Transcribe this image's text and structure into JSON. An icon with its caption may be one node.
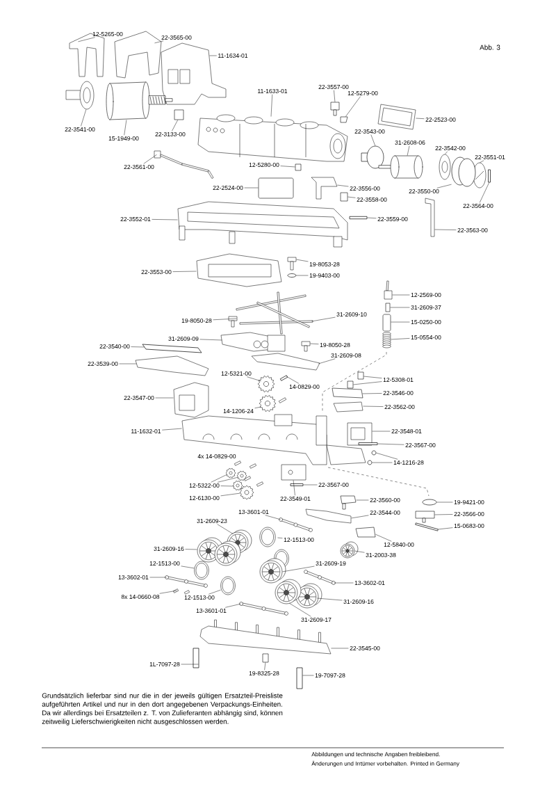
{
  "diagram": {
    "nodes": [
      {
        "text": [
          "12-5265-00"
        ]
      },
      {
        "text": [
          "22-3565-00"
        ]
      },
      {
        "text": [
          "11-1634-01"
        ]
      },
      {
        "text": [
          "22-3557-00"
        ]
      },
      {
        "text": [
          "11-1633-01"
        ]
      },
      {
        "text": [
          "12-5279-00"
        ]
      },
      {
        "text": [
          "22-2523-00"
        ]
      },
      {
        "text": [
          "22-3541-00"
        ]
      },
      {
        "text": [
          "15-1949-00"
        ]
      },
      {
        "text": [
          "22-3133-00"
        ]
      },
      {
        "text": [
          "22-3543-00"
        ]
      },
      {
        "text": [
          "31-2608-06"
        ]
      },
      {
        "text": [
          "22-3542-00"
        ]
      },
      {
        "text": [
          "22-3551-01"
        ]
      },
      {
        "text": [
          "12-5280-00"
        ]
      },
      {
        "text": [
          "22-3561-00"
        ]
      },
      {
        "text": [
          "22-2524-00"
        ]
      },
      {
        "text": [
          "22-3556-00"
        ]
      },
      {
        "text": [
          "22-3550-00"
        ]
      },
      {
        "text": [
          "22-3564-00"
        ]
      },
      {
        "text": [
          "22-3558-00"
        ]
      },
      {
        "text": [
          "22-3559-00"
        ]
      },
      {
        "text": [
          "22-3552-01"
        ]
      },
      {
        "text": [
          "22-3563-00"
        ]
      },
      {
        "text": [
          "19-8053-28"
        ]
      },
      {
        "text": [
          "22-3553-00"
        ]
      },
      {
        "text": [
          "19-9403-00"
        ]
      },
      {
        "text": [
          "12-2569-00"
        ]
      },
      {
        "text": [
          "31-2609-37"
        ]
      },
      {
        "text": [
          "31-2609-10"
        ]
      },
      {
        "text": [
          "19-8050-28"
        ]
      },
      {
        "text": [
          "15-0250-00"
        ]
      },
      {
        "text": [
          "31-2609-09"
        ]
      },
      {
        "text": [
          "15-0554-00"
        ]
      },
      {
        "text": [
          "19-8050-28"
        ]
      },
      {
        "text": [
          "22-3540-00"
        ]
      },
      {
        "text": [
          "31-2609-08"
        ]
      },
      {
        "text": [
          "22-3539-00"
        ]
      },
      {
        "text": [
          "12-5321-00"
        ]
      },
      {
        "text": [
          "12-5308-01"
        ]
      },
      {
        "text": [
          "14-0829-00"
        ]
      },
      {
        "text": [
          "22-3546-00"
        ]
      },
      {
        "text": [
          "22-3547-00"
        ]
      },
      {
        "text": [
          "14-1206-24"
        ]
      },
      {
        "text": [
          "22-3562-00"
        ]
      },
      {
        "text": [
          "11-1632-01"
        ]
      },
      {
        "text": [
          "22-3548-01"
        ]
      },
      {
        "text": [
          "22-3567-00"
        ]
      },
      {
        "text": [
          "14-1216-28"
        ]
      },
      {
        "text": [
          "12-5322-00"
        ]
      },
      {
        "text": [
          "22-3567-00"
        ]
      },
      {
        "text": [
          "12-6130-00"
        ]
      },
      {
        "text": [
          "22-3549-01"
        ]
      },
      {
        "text": [
          "22-3560-00"
        ]
      },
      {
        "text": [
          "19-9421-00"
        ]
      },
      {
        "text": [
          "13-3601-01"
        ]
      },
      {
        "text": [
          "22-3544-00"
        ]
      },
      {
        "text": [
          "22-3566-00"
        ]
      },
      {
        "text": [
          "31-2609-23"
        ]
      },
      {
        "text": [
          "15-0683-00"
        ]
      },
      {
        "text": [
          "12-1513-00"
        ]
      },
      {
        "text": [
          "12-5840-00"
        ]
      },
      {
        "text": [
          "31-2609-16"
        ]
      },
      {
        "text": [
          "31-2003-38"
        ]
      },
      {
        "text": [
          "12-1513-00"
        ]
      },
      {
        "text": [
          "31-2609-19"
        ]
      },
      {
        "text": [
          "13-3602-01"
        ]
      },
      {
        "text": [
          "13-3602-01"
        ]
      },
      {
        "text": [
          "8x 14-0660-08"
        ]
      },
      {
        "text": [
          "12-1513-00"
        ]
      },
      {
        "text": [
          "31-2609-16"
        ]
      },
      {
        "text": [
          "13-3601-01"
        ]
      },
      {
        "text": [
          "31-2609-17"
        ]
      },
      {
        "text": [
          "22-3545-00"
        ]
      },
      {
        "text": [
          "1L-7097-28"
        ]
      },
      {
        "text": [
          "19-8325-28"
        ]
      },
      {
        "text": [
          "19-7097-28"
        ]
      },
      {
        "text": [],
        "shape": "picture"
      },
      {
        "text": [],
        "shape": "picture"
      },
      {
        "text": [],
        "shape": "picture"
      },
      {
        "text": [],
        "shape": "box"
      },
      {
        "text": [],
        "shape": "picture"
      },
      {
        "text": [],
        "shape": "box"
      },
      {
        "text": [],
        "shape": "picture"
      },
      {
        "text": [],
        "shape": "picture"
      },
      {
        "text": [],
        "shape": "cylinder"
      },
      {
        "text": [],
        "shape": "box"
      },
      {
        "text": [],
        "shape": "circle"
      },
      {
        "text": [],
        "shape": "cylinder"
      },
      {
        "text": [],
        "shape": "picture"
      },
      {
        "text": [],
        "shape": "picture"
      },
      {
        "text": [],
        "shape": "box"
      },
      {
        "text": [],
        "shape": "picture"
      },
      {
        "text": [],
        "shape": "box"
      },
      {
        "text": [],
        "shape": "picture"
      },
      {
        "text": [],
        "shape": "circle"
      },
      {
        "text": [],
        "shape": "bar"
      },
      {
        "text": [],
        "shape": "box"
      },
      {
        "text": [],
        "shape": "bar"
      },
      {
        "text": [],
        "shape": "picture"
      },
      {
        "text": [],
        "shape": "picture"
      },
      {
        "text": [],
        "shape": "picture"
      },
      {
        "text": [],
        "shape": "picture"
      },
      {
        "text": [],
        "shape": "circle"
      },
      {
        "text": [],
        "shape": "picture"
      },
      {
        "text": [],
        "shape": "box"
      },
      {
        "text": [],
        "shape": "picture"
      },
      {
        "text": [],
        "shape": "picture"
      },
      {
        "text": [],
        "shape": "box"
      },
      {
        "text": [],
        "shape": "picture"
      },
      {
        "text": [],
        "shape": "picture"
      },
      {
        "text": [],
        "shape": "picture"
      },
      {
        "text": [],
        "shape": "bar"
      },
      {
        "text": [],
        "shape": "picture"
      },
      {
        "text": [],
        "shape": "picture"
      },
      {
        "text": [],
        "shape": "picture"
      },
      {
        "text": [],
        "shape": "box"
      },
      {
        "text": [],
        "shape": "box"
      },
      {
        "text": [],
        "shape": "bar"
      },
      {
        "text": [],
        "shape": "box"
      },
      {
        "text": [],
        "shape": "picture"
      },
      {
        "text": [],
        "shape": "picture"
      },
      {
        "text": [],
        "shape": "picture"
      },
      {
        "text": [],
        "shape": "picture"
      },
      {
        "text": [],
        "shape": "picture"
      },
      {
        "text": [],
        "shape": "bar"
      },
      {
        "text": [],
        "shape": "circle"
      },
      {
        "text": [],
        "shape": "circle"
      },
      {
        "text": [],
        "shape": "picture"
      },
      {
        "text": [],
        "shape": "picture"
      },
      {
        "text": [],
        "shape": "picture"
      },
      {
        "text": [],
        "shape": "bar"
      },
      {
        "text": [],
        "shape": "picture"
      },
      {
        "text": [],
        "shape": "picture"
      },
      {
        "text": [],
        "shape": "box"
      },
      {
        "text": [],
        "shape": "circle"
      },
      {
        "text": [],
        "shape": "picture"
      },
      {
        "text": [],
        "shape": "picture"
      },
      {
        "text": [],
        "shape": "box"
      },
      {
        "text": [],
        "shape": "picture"
      },
      {
        "text": [],
        "shape": "bar"
      },
      {
        "text": [],
        "shape": "picture"
      },
      {
        "text": [],
        "shape": "box"
      },
      {
        "text": [],
        "shape": "picture"
      },
      {
        "text": [],
        "shape": "picture"
      },
      {
        "text": [],
        "shape": "picture"
      },
      {
        "text": [],
        "shape": "picture"
      },
      {
        "text": [],
        "shape": "picture"
      },
      {
        "text": [],
        "shape": "picture"
      },
      {
        "text": [],
        "shape": "picture"
      },
      {
        "text": [],
        "shape": "picture"
      },
      {
        "text": [],
        "shape": "picture"
      },
      {
        "text": [],
        "shape": "picture"
      },
      {
        "text": [],
        "shape": "picture"
      },
      {
        "text": [],
        "shape": "picture"
      },
      {
        "text": [],
        "shape": "bar"
      },
      {
        "text": [],
        "shape": "box"
      },
      {
        "text": [],
        "shape": "bar"
      }
    ],
    "edges": [
      {
        "from": 110,
        "to": 123,
        "arrow": "none",
        "style": "dashed"
      },
      {
        "from": 123,
        "to": 135,
        "arrow": "none",
        "style": "dashed"
      },
      {
        "from": 0,
        "to": 77,
        "arrow": "none"
      },
      {
        "from": 1,
        "to": 78,
        "arrow": "none"
      },
      {
        "from": 2,
        "to": 79,
        "arrow": "none"
      },
      {
        "from": 3,
        "to": 80,
        "arrow": "none"
      },
      {
        "from": 4,
        "to": 81,
        "arrow": "none"
      },
      {
        "from": 5,
        "to": 82,
        "arrow": "none"
      },
      {
        "from": 6,
        "to": 83,
        "arrow": "none"
      },
      {
        "from": 7,
        "to": 84,
        "arrow": "none"
      },
      {
        "from": 8,
        "to": 85,
        "arrow": "none"
      },
      {
        "from": 9,
        "to": 86,
        "arrow": "none"
      },
      {
        "from": 10,
        "to": 87,
        "arrow": "none"
      },
      {
        "from": 11,
        "to": 88,
        "arrow": "none"
      },
      {
        "from": 12,
        "to": 89,
        "arrow": "none"
      },
      {
        "from": 13,
        "to": 90,
        "arrow": "none"
      },
      {
        "from": 14,
        "to": 91,
        "arrow": "none"
      },
      {
        "from": 15,
        "to": 92,
        "arrow": "none"
      },
      {
        "from": 16,
        "to": 93,
        "arrow": "none"
      },
      {
        "from": 17,
        "to": 94,
        "arrow": "none"
      },
      {
        "from": 18,
        "to": 95,
        "arrow": "none"
      },
      {
        "from": 19,
        "to": 96,
        "arrow": "none"
      },
      {
        "from": 20,
        "to": 97,
        "arrow": "none"
      },
      {
        "from": 21,
        "to": 98,
        "arrow": "none"
      },
      {
        "from": 22,
        "to": 99,
        "arrow": "none"
      },
      {
        "from": 23,
        "to": 100,
        "arrow": "none"
      },
      {
        "from": 24,
        "to": 101,
        "arrow": "none"
      },
      {
        "from": 25,
        "to": 102,
        "arrow": "none"
      },
      {
        "from": 26,
        "to": 103,
        "arrow": "none"
      },
      {
        "from": 27,
        "to": 104,
        "arrow": "none"
      },
      {
        "from": 28,
        "to": 105,
        "arrow": "none"
      },
      {
        "from": 29,
        "to": 106,
        "arrow": "none"
      },
      {
        "from": 30,
        "to": 107,
        "arrow": "none"
      },
      {
        "from": 31,
        "to": 108,
        "arrow": "none"
      },
      {
        "from": 32,
        "to": 109,
        "arrow": "none"
      },
      {
        "from": 33,
        "to": 110,
        "arrow": "none"
      },
      {
        "from": 34,
        "to": 111,
        "arrow": "none"
      },
      {
        "from": 35,
        "to": 112,
        "arrow": "none"
      },
      {
        "from": 36,
        "to": 113,
        "arrow": "none"
      },
      {
        "from": 37,
        "to": 114,
        "arrow": "none"
      },
      {
        "from": 38,
        "to": 115,
        "arrow": "none"
      },
      {
        "from": 39,
        "to": 116,
        "arrow": "none"
      },
      {
        "from": 39,
        "to": 117,
        "arrow": "none"
      },
      {
        "from": 40,
        "to": 118,
        "arrow": "none"
      },
      {
        "from": 41,
        "to": 119,
        "arrow": "none"
      },
      {
        "from": 42,
        "to": 120,
        "arrow": "none"
      },
      {
        "from": 43,
        "to": 121,
        "arrow": "none"
      },
      {
        "from": 44,
        "to": 122,
        "arrow": "none"
      },
      {
        "from": 45,
        "to": 123,
        "arrow": "none"
      },
      {
        "from": 46,
        "to": 124,
        "arrow": "none"
      },
      {
        "from": 47,
        "to": 125,
        "arrow": "none"
      },
      {
        "from": 48,
        "to": 126,
        "arrow": "none"
      },
      {
        "from": 48,
        "to": 127,
        "arrow": "none"
      },
      {
        "from": 49,
        "to": 128,
        "arrow": "none"
      },
      {
        "from": 49,
        "to": 129,
        "arrow": "none"
      },
      {
        "from": 49,
        "to": 130,
        "arrow": "none"
      },
      {
        "from": 50,
        "to": 131,
        "arrow": "none"
      },
      {
        "from": 51,
        "to": 132,
        "arrow": "none"
      },
      {
        "from": 52,
        "to": 133,
        "arrow": "none"
      },
      {
        "from": 53,
        "to": 134,
        "arrow": "none"
      },
      {
        "from": 54,
        "to": 135,
        "arrow": "none"
      },
      {
        "from": 55,
        "to": 136,
        "arrow": "none"
      },
      {
        "from": 56,
        "to": 137,
        "arrow": "none"
      },
      {
        "from": 57,
        "to": 138,
        "arrow": "none"
      },
      {
        "from": 58,
        "to": 139,
        "arrow": "none"
      },
      {
        "from": 59,
        "to": 140,
        "arrow": "none"
      },
      {
        "from": 60,
        "to": 141,
        "arrow": "none"
      },
      {
        "from": 61,
        "to": 142,
        "arrow": "none"
      },
      {
        "from": 62,
        "to": 143,
        "arrow": "none"
      },
      {
        "from": 63,
        "to": 144,
        "arrow": "none"
      },
      {
        "from": 64,
        "to": 145,
        "arrow": "none"
      },
      {
        "from": 65,
        "to": 146,
        "arrow": "none"
      },
      {
        "from": 66,
        "to": 147,
        "arrow": "none"
      },
      {
        "from": 67,
        "to": 148,
        "arrow": "none"
      },
      {
        "from": 68,
        "to": 149,
        "arrow": "none"
      },
      {
        "from": 69,
        "to": 150,
        "arrow": "none"
      },
      {
        "from": 70,
        "to": 151,
        "arrow": "none"
      },
      {
        "from": 71,
        "to": 152,
        "arrow": "none"
      },
      {
        "from": 72,
        "to": 153,
        "arrow": "none"
      },
      {
        "from": 73,
        "to": 154,
        "arrow": "none"
      },
      {
        "from": 74,
        "to": 155,
        "arrow": "none"
      },
      {
        "from": 75,
        "to": 156,
        "arrow": "none"
      },
      {
        "from": 76,
        "to": 157,
        "arrow": "none"
      }
    ],
    "labels": [
      "Abb. 3",
      "4x 14-0829-00",
      "Grundsätzlich lieferbar sind nur die in der jeweils gültigen Ersatzteil-Preisliste aufgeführten Artikel und nur in den dort angegebenen Verpackungs-Einheiten. Da wir allerdings bei Ersatzteilen z. T. von Zulieferanten abhängig sind, können zeitweilig Lieferschwierigkeiten nicht ausgeschlossen werden.",
      "Abbildungen und technische Angaben freibleibend.",
      "Änderungen und Irrtümer vorbehalten. Printed in Germany"
    ]
  }
}
